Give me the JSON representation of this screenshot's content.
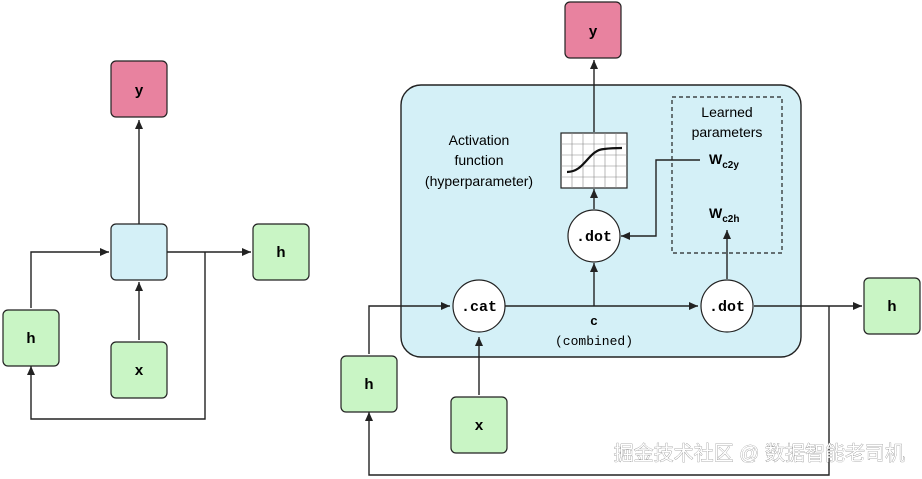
{
  "left": {
    "y_label": "y",
    "h_out_label": "h",
    "h_in_label": "h",
    "x_label": "x"
  },
  "right": {
    "y_label": "y",
    "h_out_label": "h",
    "h_in_label": "h",
    "x_label": "x",
    "cat_label": ".cat",
    "dot_top_label": ".dot",
    "dot_right_label": ".dot",
    "combined_c_label": "c",
    "combined_text": "(combined)",
    "activation_line1": "Activation",
    "activation_line2": "function",
    "activation_line3": "(hyperparameter)",
    "learned_line1": "Learned",
    "learned_line2": "parameters",
    "w_c2y_main": "W",
    "w_c2y_sub": "c2y",
    "w_c2h_main": "W",
    "w_c2h_sub": "c2h"
  },
  "watermark": "掘金技术社区 @ 数据智能老司机",
  "colors": {
    "output_pink": "#e8829f",
    "hidden_green": "#c9f5c5",
    "cell_blue": "#d4f0f7",
    "stroke": "#222222"
  }
}
